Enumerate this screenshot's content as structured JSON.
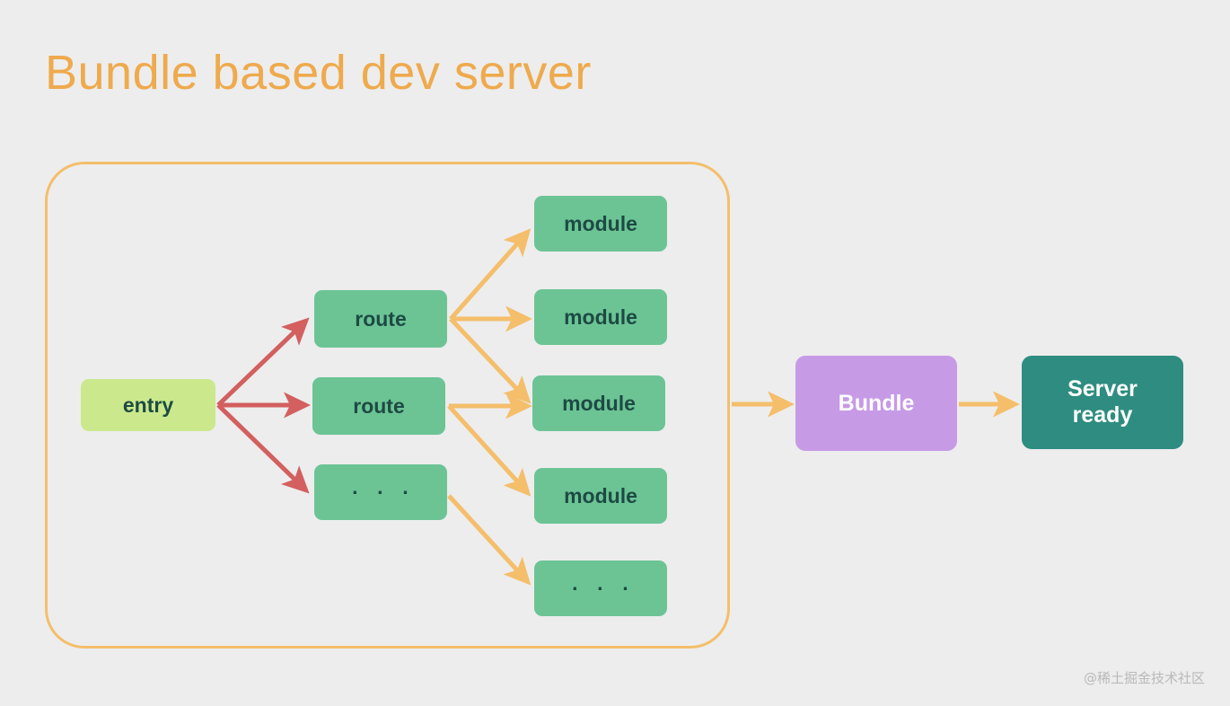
{
  "title": "Bundle based dev server",
  "watermark": "@稀土掘金技术社区",
  "colors": {
    "background": "#ededed",
    "title": "#eeaa4d",
    "group_border": "#f4be6b",
    "entry_fill": "#cbe98c",
    "node_fill": "#6cc495",
    "node_text": "#1d4a43",
    "bundle_fill": "#c79ae6",
    "server_fill": "#2e8d80",
    "arrow_red": "#d35f5f",
    "arrow_orange": "#f4be6b",
    "white_text": "#ffffff"
  },
  "diagram": {
    "type": "flow",
    "group_label": "",
    "entry": {
      "label": "entry"
    },
    "routes": [
      {
        "label": "route"
      },
      {
        "label": "route"
      },
      {
        "label": "· · ·"
      }
    ],
    "modules": [
      {
        "label": "module"
      },
      {
        "label": "module"
      },
      {
        "label": "module"
      },
      {
        "label": "module"
      },
      {
        "label": "· · ·"
      }
    ],
    "bundle": {
      "label": "Bundle"
    },
    "server": {
      "label_line1": "Server",
      "label_line2": "ready"
    },
    "edges": [
      {
        "from": "entry",
        "to": "route-1",
        "color": "red"
      },
      {
        "from": "entry",
        "to": "route-2",
        "color": "red"
      },
      {
        "from": "entry",
        "to": "route-3",
        "color": "red"
      },
      {
        "from": "route-1",
        "to": "module-1",
        "color": "orange"
      },
      {
        "from": "route-1",
        "to": "module-2",
        "color": "orange"
      },
      {
        "from": "route-1",
        "to": "module-3",
        "color": "orange"
      },
      {
        "from": "route-2",
        "to": "module-3",
        "color": "orange"
      },
      {
        "from": "route-2",
        "to": "module-4",
        "color": "orange"
      },
      {
        "from": "route-3",
        "to": "module-5",
        "color": "orange"
      },
      {
        "from": "group",
        "to": "bundle",
        "color": "orange"
      },
      {
        "from": "bundle",
        "to": "server",
        "color": "orange"
      }
    ]
  }
}
